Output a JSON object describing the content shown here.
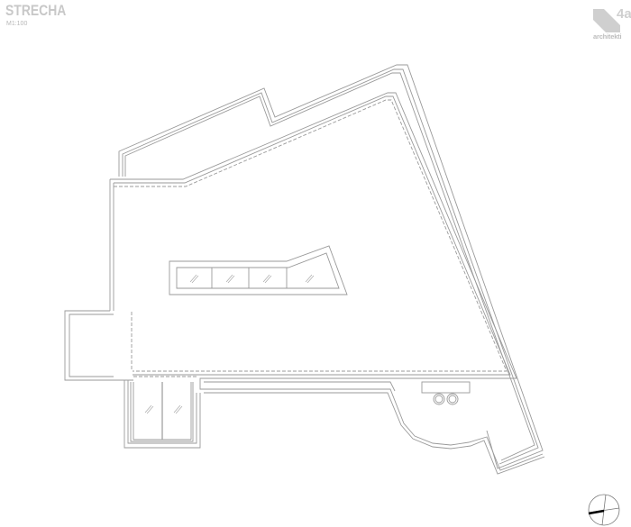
{
  "drawing": {
    "title": "STRECHA",
    "scale": "M1:100"
  },
  "logo": {
    "mark": "4a",
    "text": "architekti",
    "color": "#c4c4c4"
  },
  "colors": {
    "line": "#9a9a9a",
    "text": "#c8c8c8",
    "background": "#ffffff",
    "compass_needle": "#000000"
  },
  "plan": {
    "skylight_panes": 4,
    "glass_door_panes": 2,
    "roof_drains": 2
  },
  "compass": {
    "icon": "north-arrow-icon"
  }
}
